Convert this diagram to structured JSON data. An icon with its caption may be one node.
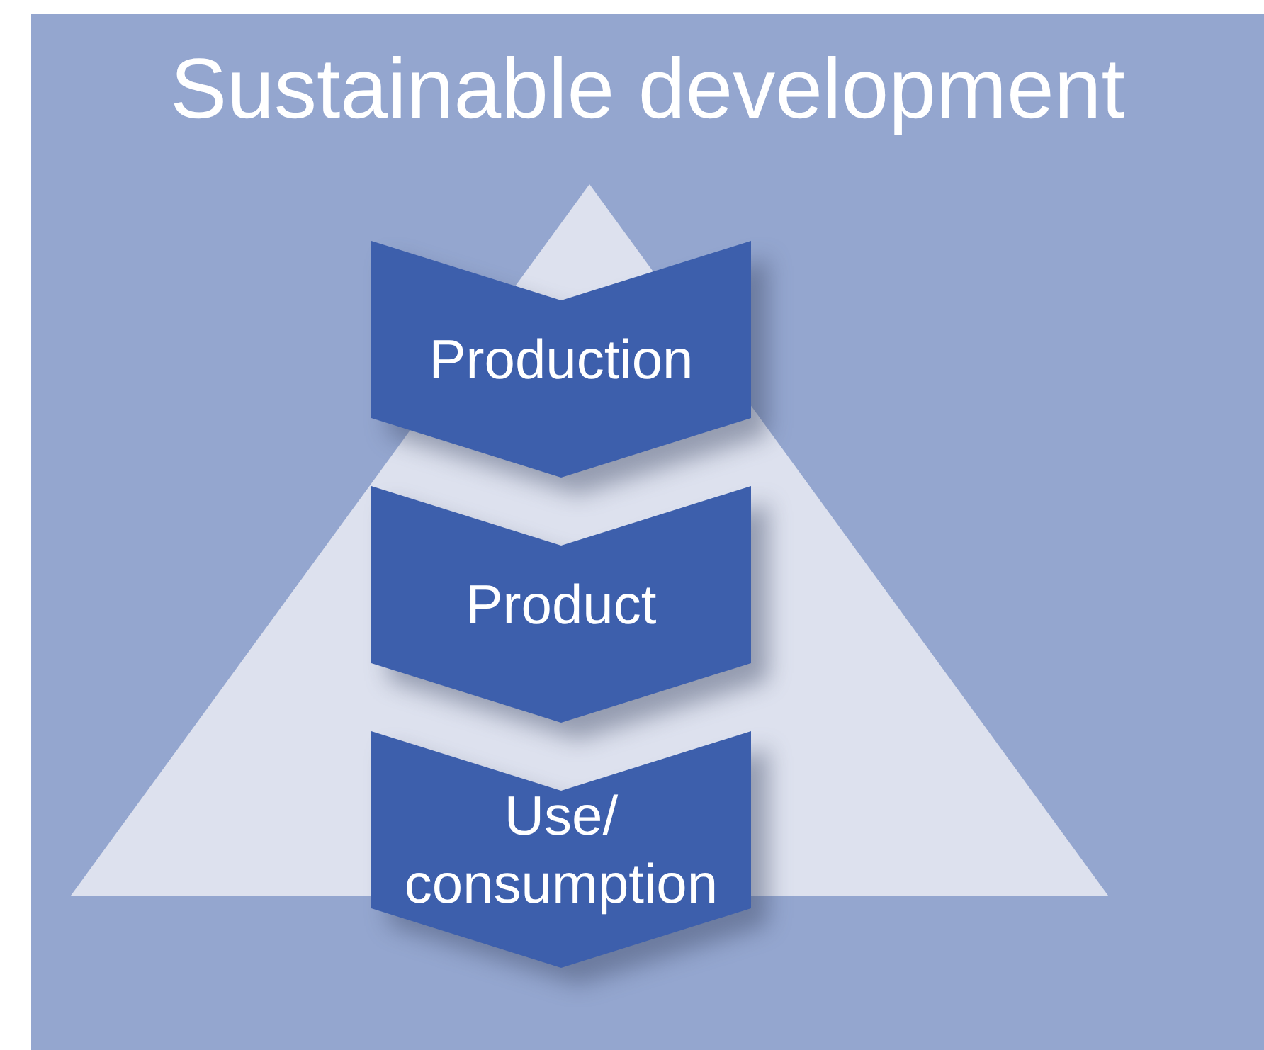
{
  "diagram": {
    "nodes": [
      {
        "text": [
          "Sustainable development"
        ]
      },
      {
        "text": [],
        "shape": "triangle",
        "in": 0
      },
      {
        "text": [
          "Production"
        ],
        "in": 1
      },
      {
        "text": [
          "Product"
        ],
        "in": 1
      },
      {
        "text": [
          "Use/ consumption"
        ],
        "in": 0
      }
    ]
  }
}
